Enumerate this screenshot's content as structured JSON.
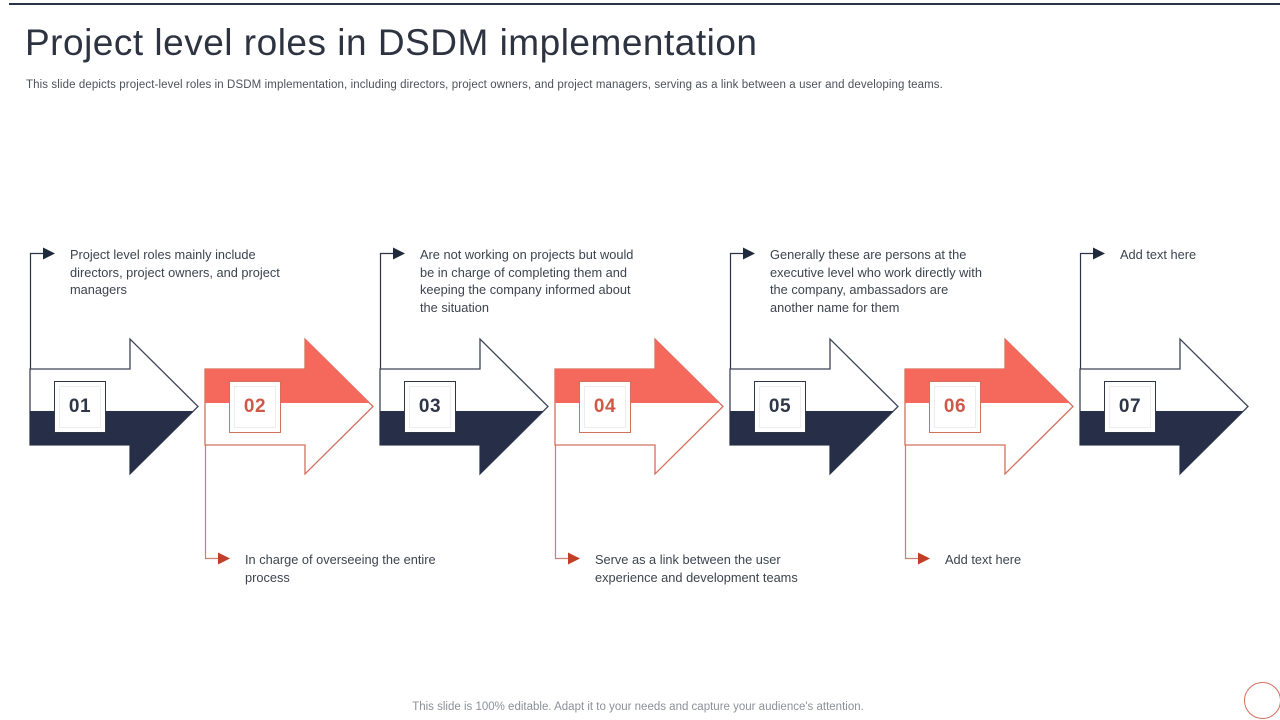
{
  "slide": {
    "title": "Project level roles in DSDM implementation",
    "subtitle": "This slide depicts project-level roles in DSDM implementation, including directors, project owners, and project managers, serving as a link between a user and developing teams.",
    "footer": "This slide is 100% editable. Adapt it to your needs and capture your audience's attention."
  },
  "colors": {
    "navy_fill": "#262f47",
    "navy_stroke": "#3d4458",
    "navy_connector": "#2b3348",
    "navy_arrowhead": "#1f2a3d",
    "coral_fill": "#f4695b",
    "coral_stroke": "#d2705f",
    "coral_connector": "#c97f6e",
    "coral_arrowhead": "#c13f27",
    "white": "#ffffff"
  },
  "items": [
    {
      "number": "01",
      "tone": "navy",
      "side": "top",
      "text": "Project level roles mainly include directors, project owners, and project managers"
    },
    {
      "number": "02",
      "tone": "coral",
      "side": "bottom",
      "text": "In charge of overseeing the entire process"
    },
    {
      "number": "03",
      "tone": "navy",
      "side": "top",
      "text": "Are not working on projects but would be in charge of completing them and keeping the company informed about the situation"
    },
    {
      "number": "04",
      "tone": "coral",
      "side": "bottom",
      "text": "Serve as a link between the user experience and development teams"
    },
    {
      "number": "05",
      "tone": "navy",
      "side": "top",
      "text": "Generally these are persons at the executive level who work directly with the company, ambassadors are another name for them"
    },
    {
      "number": "06",
      "tone": "coral",
      "side": "bottom",
      "text": "Add text here"
    },
    {
      "number": "07",
      "tone": "navy",
      "side": "top",
      "text": "Add text here"
    }
  ]
}
